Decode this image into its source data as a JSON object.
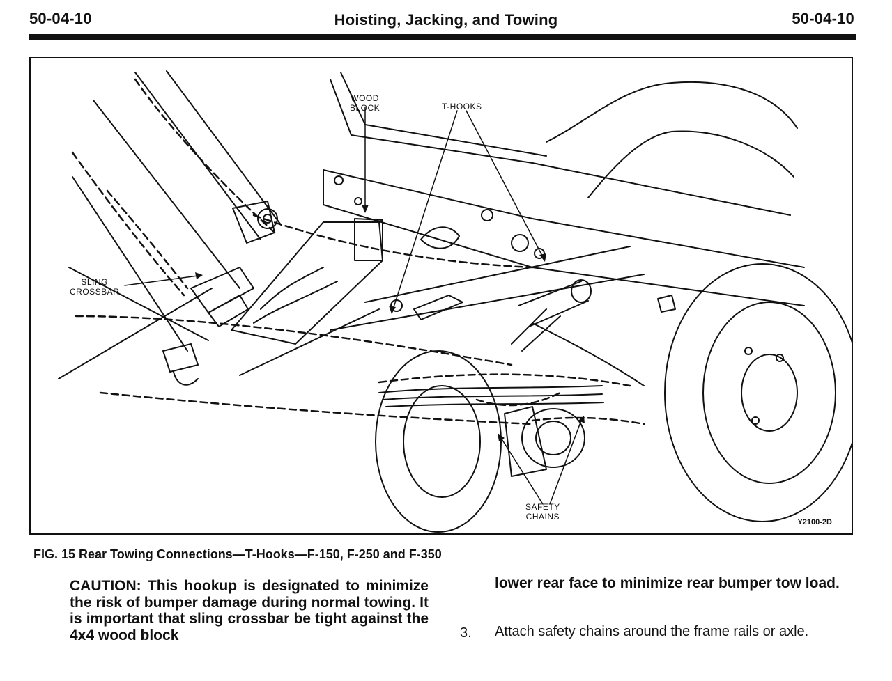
{
  "header": {
    "left_code": "50-04-10",
    "title": "Hoisting, Jacking, and Towing",
    "right_code": "50-04-10"
  },
  "figure": {
    "callouts": {
      "wood_block": "WOOD\nBLOCK",
      "t_hooks": "T-HOOKS",
      "sling_crossbar": "SLING\nCROSSBAR",
      "safety_chains": "SAFETY\nCHAINS"
    },
    "figure_id": "Y2100-2D",
    "caption": "FIG. 15 Rear Towing Connections—T-Hooks—F-150, F-250 and F-350"
  },
  "body": {
    "caution": "CAUTION: This hookup is designated to minimize the risk of bumper damage during normal towing. It is important that sling crossbar be tight against the 4x4 wood block",
    "continuation": "lower rear face to minimize rear bumper tow load.",
    "step": {
      "number": "3.",
      "text": "Attach safety chains around the frame rails or axle."
    }
  }
}
